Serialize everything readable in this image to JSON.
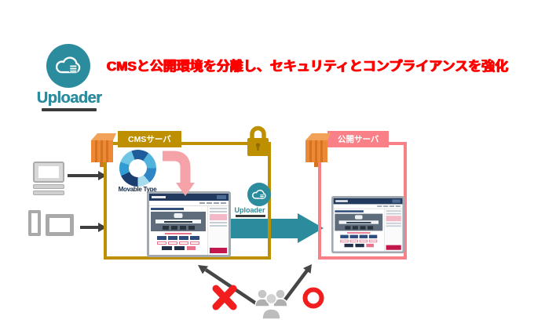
{
  "page": {
    "title": "CMSと公開環境を分離し、セキュリティとコンプライアンスを強化"
  },
  "brand": {
    "name": "Uploader",
    "color": "#2B8C9E"
  },
  "cms_server": {
    "label": "CMSサーバ",
    "cms_logo_caption": "Movable Type",
    "border_color": "#BE9000"
  },
  "public_server": {
    "label": "公開サーバ",
    "border_color": "#FA8088"
  },
  "uploader_badge": {
    "name": "Uploader"
  },
  "flow": {
    "transfer_arrow_color": "#2B8C9E",
    "client_arrow_color": "#3F3F3F",
    "deny_mark_color": "#F21D1D",
    "allow_mark_color": "#F21D1D"
  },
  "colors": {
    "title_red": "#FF0000",
    "aws_cube_orange": "#ED8936",
    "pink_arrow": "#F6A2A9",
    "users_gray": "#B5B5B5"
  },
  "icons": {
    "brand_glyph": "cloud-server-icon",
    "cms_corner": "server-cube-icon",
    "pub_corner": "server-cube-icon",
    "security": "padlock-icon",
    "clients": [
      "desktop-computer-icon",
      "smartphone-icon",
      "tablet-icon"
    ],
    "audience": "users-group-icon",
    "deny": "cross-mark-icon",
    "allow": "circle-mark-icon"
  }
}
